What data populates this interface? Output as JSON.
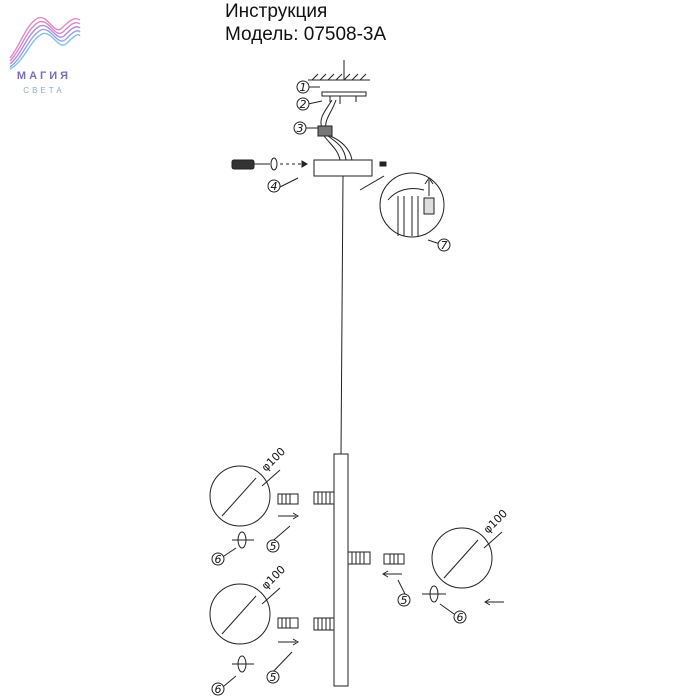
{
  "logo": {
    "word": "МАГИЯ",
    "sub": "СВЕТА",
    "colors": [
      "#e88ac0",
      "#b58ad8",
      "#7ec3e6"
    ]
  },
  "header": {
    "title": "Инструкция",
    "model": "Модель: 07508-3А"
  },
  "callouts": [
    "1",
    "2",
    "3",
    "4",
    "5",
    "6",
    "7"
  ],
  "shade_diameter_label": "φ100"
}
